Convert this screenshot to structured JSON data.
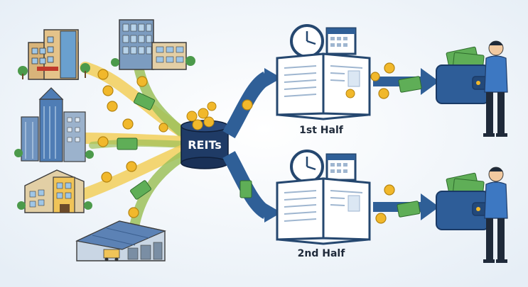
{
  "diagram": {
    "hub": {
      "label": "REITs"
    },
    "outputs": [
      {
        "label": "1st Half"
      },
      {
        "label": "2nd Half"
      }
    ]
  },
  "colors": {
    "background": "#eef3f8",
    "flow_yellow": "#f2cf5b",
    "flow_green": "#9cc15a",
    "arrow_blue": "#2f5f97",
    "hub_navy": "#1f3b66",
    "coin_gold": "#f1b82b",
    "cash_green": "#5fae57",
    "wallet_blue": "#2e5d98"
  },
  "icons": {
    "sources": [
      "apartment-building-icon",
      "office-building-icon",
      "skyscraper-cluster-icon",
      "hotel-building-icon",
      "warehouse-icon"
    ],
    "hub": "barrel-icon",
    "report": [
      "clock-icon",
      "calendar-icon",
      "open-book-icon"
    ],
    "payout": [
      "coin-icon",
      "cash-icon",
      "wallet-icon",
      "person-icon"
    ]
  }
}
